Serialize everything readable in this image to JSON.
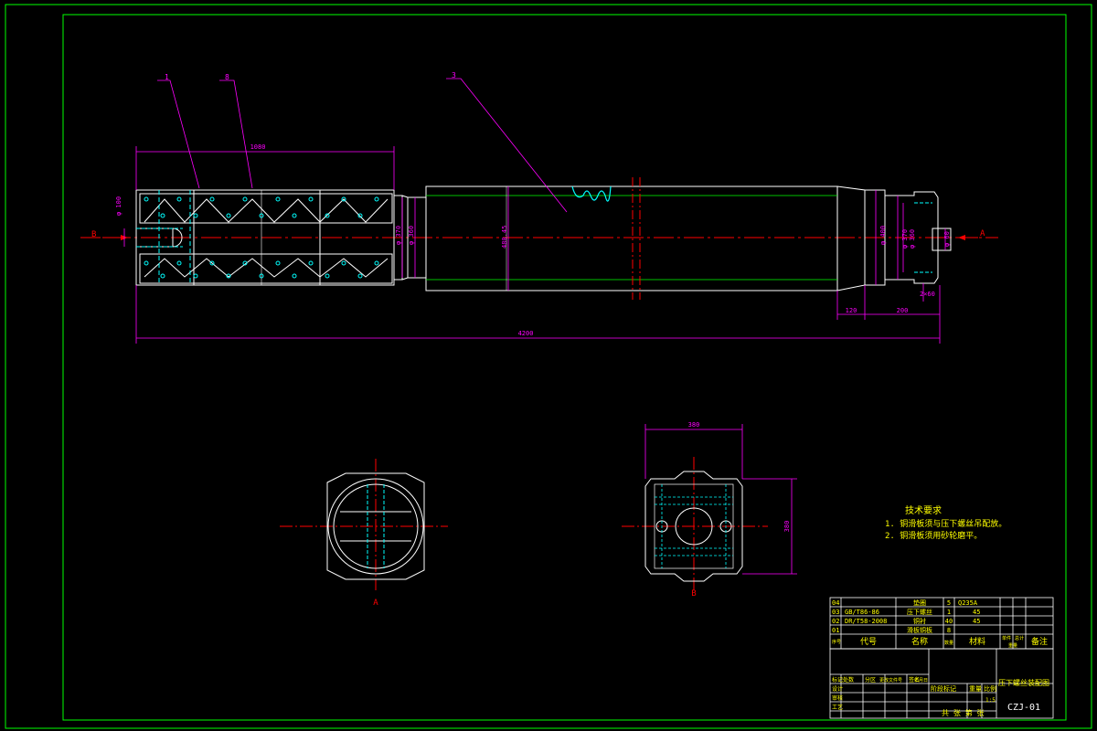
{
  "leaders": {
    "part1": "1",
    "part2": "8",
    "part3": "3"
  },
  "dims": {
    "pad_width": "1080",
    "total_length": "4200",
    "bore": "φ 100",
    "dia_a": "φ 370",
    "dia_b": "φ 360",
    "body_dia": "480.45",
    "end_dia_1": "φ 400",
    "end_dia_2": "φ 370",
    "end_dia_3": "φ 360",
    "key_w": "φ 60",
    "step_1": "120",
    "step_2": "200",
    "groove": "2×60",
    "view_b_width": "380",
    "view_b_height": "380"
  },
  "section_labels": {
    "left_b": "B",
    "right_a": "A",
    "view_a": "A",
    "view_b": "B"
  },
  "tech_requirements": {
    "title": "技术要求",
    "items": [
      "1. 铜滑板须与压下螺丝吊配放。",
      "2. 铜滑板须用砂轮磨平。"
    ]
  },
  "bom": {
    "rows": [
      {
        "no": "04",
        "code": "",
        "name": "垫圈",
        "qty": "5",
        "material": "Q235A"
      },
      {
        "no": "03",
        "code": "GB/T86-86",
        "name": "压下螺丝",
        "qty": "1",
        "material": "45"
      },
      {
        "no": "02",
        "code": "DR/T58-2008",
        "name": "铜衬",
        "qty": "40",
        "material": "45"
      },
      {
        "no": "01",
        "code": "",
        "name": "滑板铜板",
        "qty": "8",
        "material": ""
      }
    ],
    "header": {
      "no": "序号",
      "code": "代号",
      "name": "名称",
      "qty": "数量",
      "material": "材料",
      "single": "单件",
      "total": "总计",
      "weight": "重量",
      "remark": "备注"
    }
  },
  "title_block": {
    "drawing_name": "压下螺丝装配图",
    "drawing_no": "CZJ-01",
    "stage_label": "阶段标记",
    "weight_label": "重量",
    "scale_label": "比例",
    "scale_value": "1:5",
    "sheet_label": "共 张  第 张",
    "rows": [
      "标记",
      "设计",
      "审核",
      "工艺"
    ],
    "cols": [
      "处数",
      "分区",
      "更改文件号",
      "签名",
      "年月日"
    ]
  },
  "colors": {
    "frame": "#00ff00",
    "outline": "#ffffff",
    "center": "#ff0000",
    "dimension": "#ff00ff",
    "section": "#00ffff",
    "text": "#ffff00"
  }
}
